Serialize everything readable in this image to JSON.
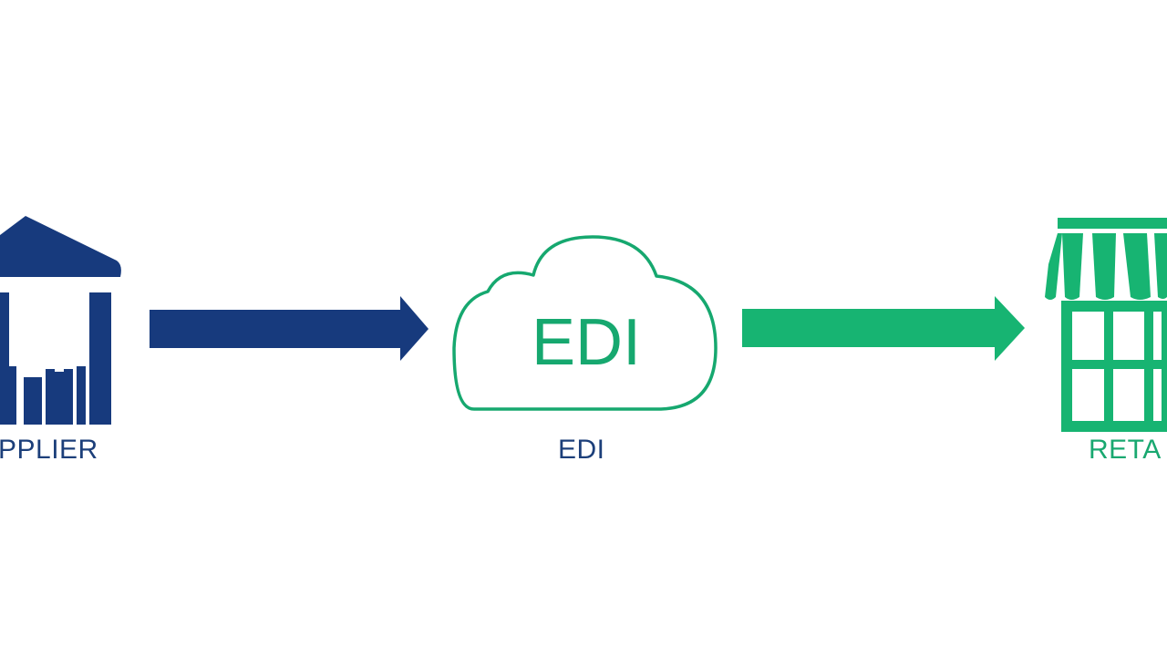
{
  "diagram": {
    "colors": {
      "supplier": "#173a7d",
      "edi": "#16a86f",
      "retail": "#17b472",
      "label_blue": "#1c3f7a",
      "label_green": "#19a870"
    },
    "nodes": {
      "supplier": {
        "icon": "warehouse-icon",
        "label": "PPLIER"
      },
      "edi": {
        "icon": "cloud-icon",
        "cloud_text": "EDI",
        "label": "EDI"
      },
      "retail": {
        "icon": "storefront-icon",
        "label": "RETA"
      }
    },
    "edges": [
      {
        "from": "supplier",
        "to": "edi",
        "icon": "arrow-right-icon"
      },
      {
        "from": "edi",
        "to": "retail",
        "icon": "arrow-right-icon"
      }
    ]
  }
}
